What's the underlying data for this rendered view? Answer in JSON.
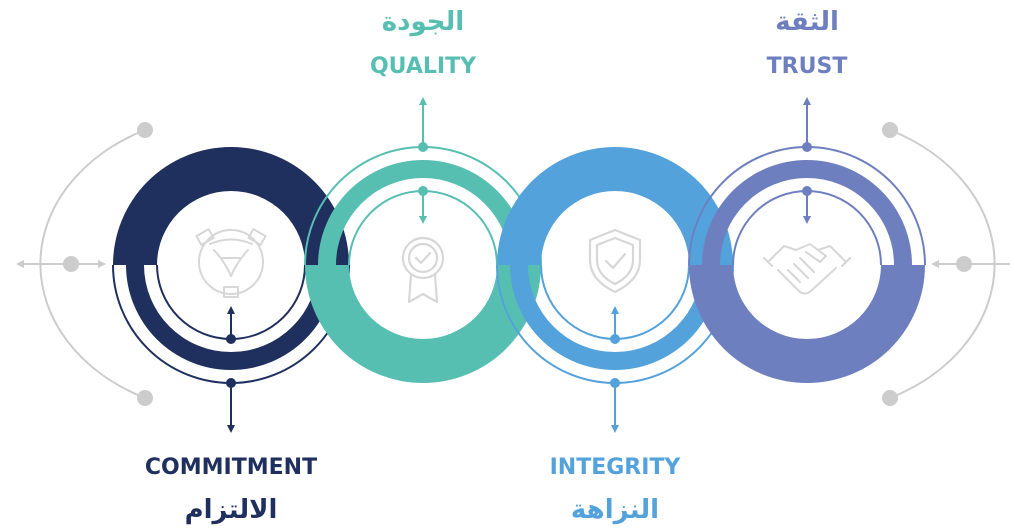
{
  "colors": {
    "commitment": "#1f2f5e",
    "quality": "#57bfb2",
    "integrity": "#53a2dc",
    "trust": "#6e7fbf",
    "grey": "#cccccc",
    "icon": "#d7d7d7"
  },
  "values": [
    {
      "key": "commitment",
      "en": "COMMITMENT",
      "ar": "الالتزام",
      "icon": "teamwork-hands-icon"
    },
    {
      "key": "quality",
      "en": "QUALITY",
      "ar": "الجودة",
      "icon": "award-badge-icon"
    },
    {
      "key": "integrity",
      "en": "INTEGRITY",
      "ar": "النزاهة",
      "icon": "shield-check-icon"
    },
    {
      "key": "trust",
      "en": "TRUST",
      "ar": "الثقة",
      "icon": "handshake-icon"
    }
  ]
}
